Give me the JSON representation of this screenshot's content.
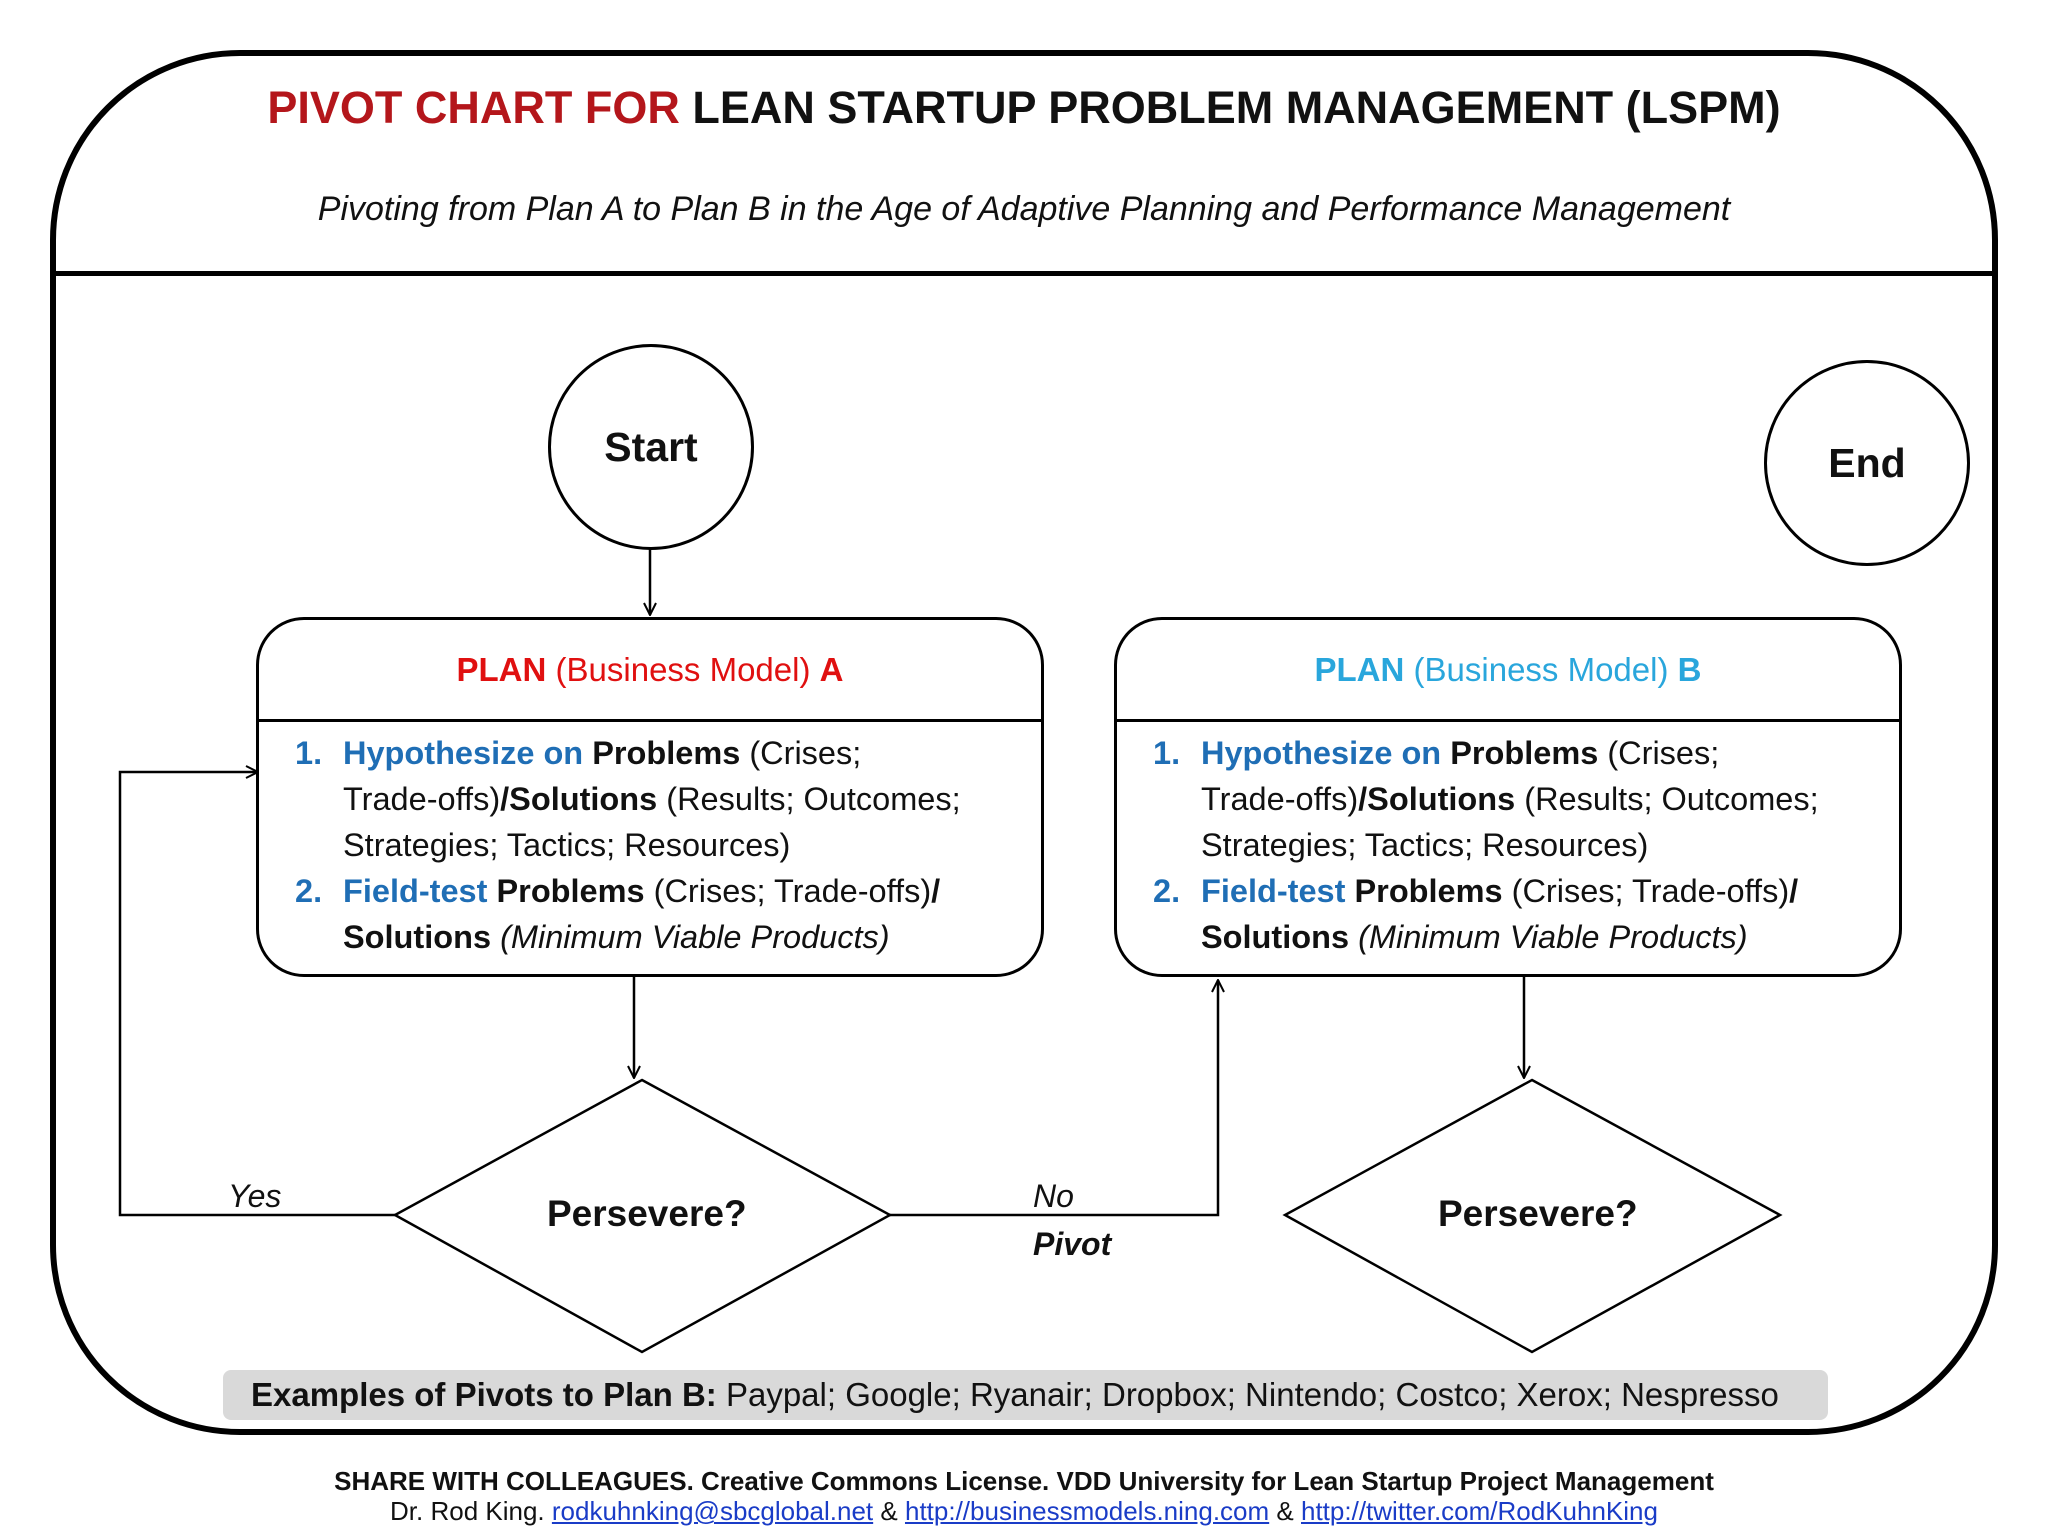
{
  "title": {
    "part1": "PIVOT CHART FOR",
    "part2": "LEAN STARTUP PROBLEM MANAGEMENT (LSPM)"
  },
  "subtitle": "Pivoting from Plan A to Plan B in the Age of Adaptive Planning and Performance Management",
  "start_label": "Start",
  "end_label": "End",
  "plan_a": {
    "head": {
      "plan": "PLAN",
      "model": "(Business Model)",
      "letter": "A"
    },
    "item1": {
      "num": "1.",
      "verb": "Hypothesize on",
      "problems": "Problems",
      "crises": "(Crises;",
      "tradeoffs": "Trade-offs)",
      "solutions": "/Solutions",
      "results": "(Results; Outcomes;",
      "strategies": "Strategies; Tactics; Resources)"
    },
    "item2": {
      "num": "2.",
      "verb": "Field-test",
      "problems": "Problems",
      "crises": "(Crises; Trade-offs)",
      "slash": "/",
      "solutions": "Solutions",
      "mvp": "(Minimum Viable Products)"
    }
  },
  "plan_b": {
    "head": {
      "plan": "PLAN",
      "model": "(Business Model)",
      "letter": "B"
    },
    "item1": {
      "num": "1.",
      "verb": "Hypothesize on",
      "problems": "Problems",
      "crises": "(Crises;",
      "tradeoffs": "Trade-offs)",
      "solutions": "/Solutions",
      "results": "(Results; Outcomes;",
      "strategies": "Strategies; Tactics; Resources)"
    },
    "item2": {
      "num": "2.",
      "verb": "Field-test",
      "problems": "Problems",
      "crises": "(Crises; Trade-offs)",
      "slash": "/",
      "solutions": "Solutions",
      "mvp": "(Minimum Viable Products)"
    }
  },
  "decision_a": "Persevere?",
  "decision_b": "Persevere?",
  "yes_label": "Yes",
  "no_label": "No",
  "pivot_label": "Pivot",
  "examples": {
    "label": "Examples of Pivots to Plan B:",
    "list": "Paypal; Google; Ryanair; Dropbox; Nintendo; Costco; Xerox; Nespresso"
  },
  "footer": {
    "line1": "SHARE WITH COLLEAGUES. Creative Commons License. VDD University for Lean Startup Project Management",
    "author": "Dr. Rod King.",
    "email": "rodkuhnking@sbcglobal.net",
    "amp1": "&",
    "site": "http://businessmodels.ning.com",
    "amp2": "&",
    "twitter": "http://twitter.com/RodKuhnKing"
  }
}
